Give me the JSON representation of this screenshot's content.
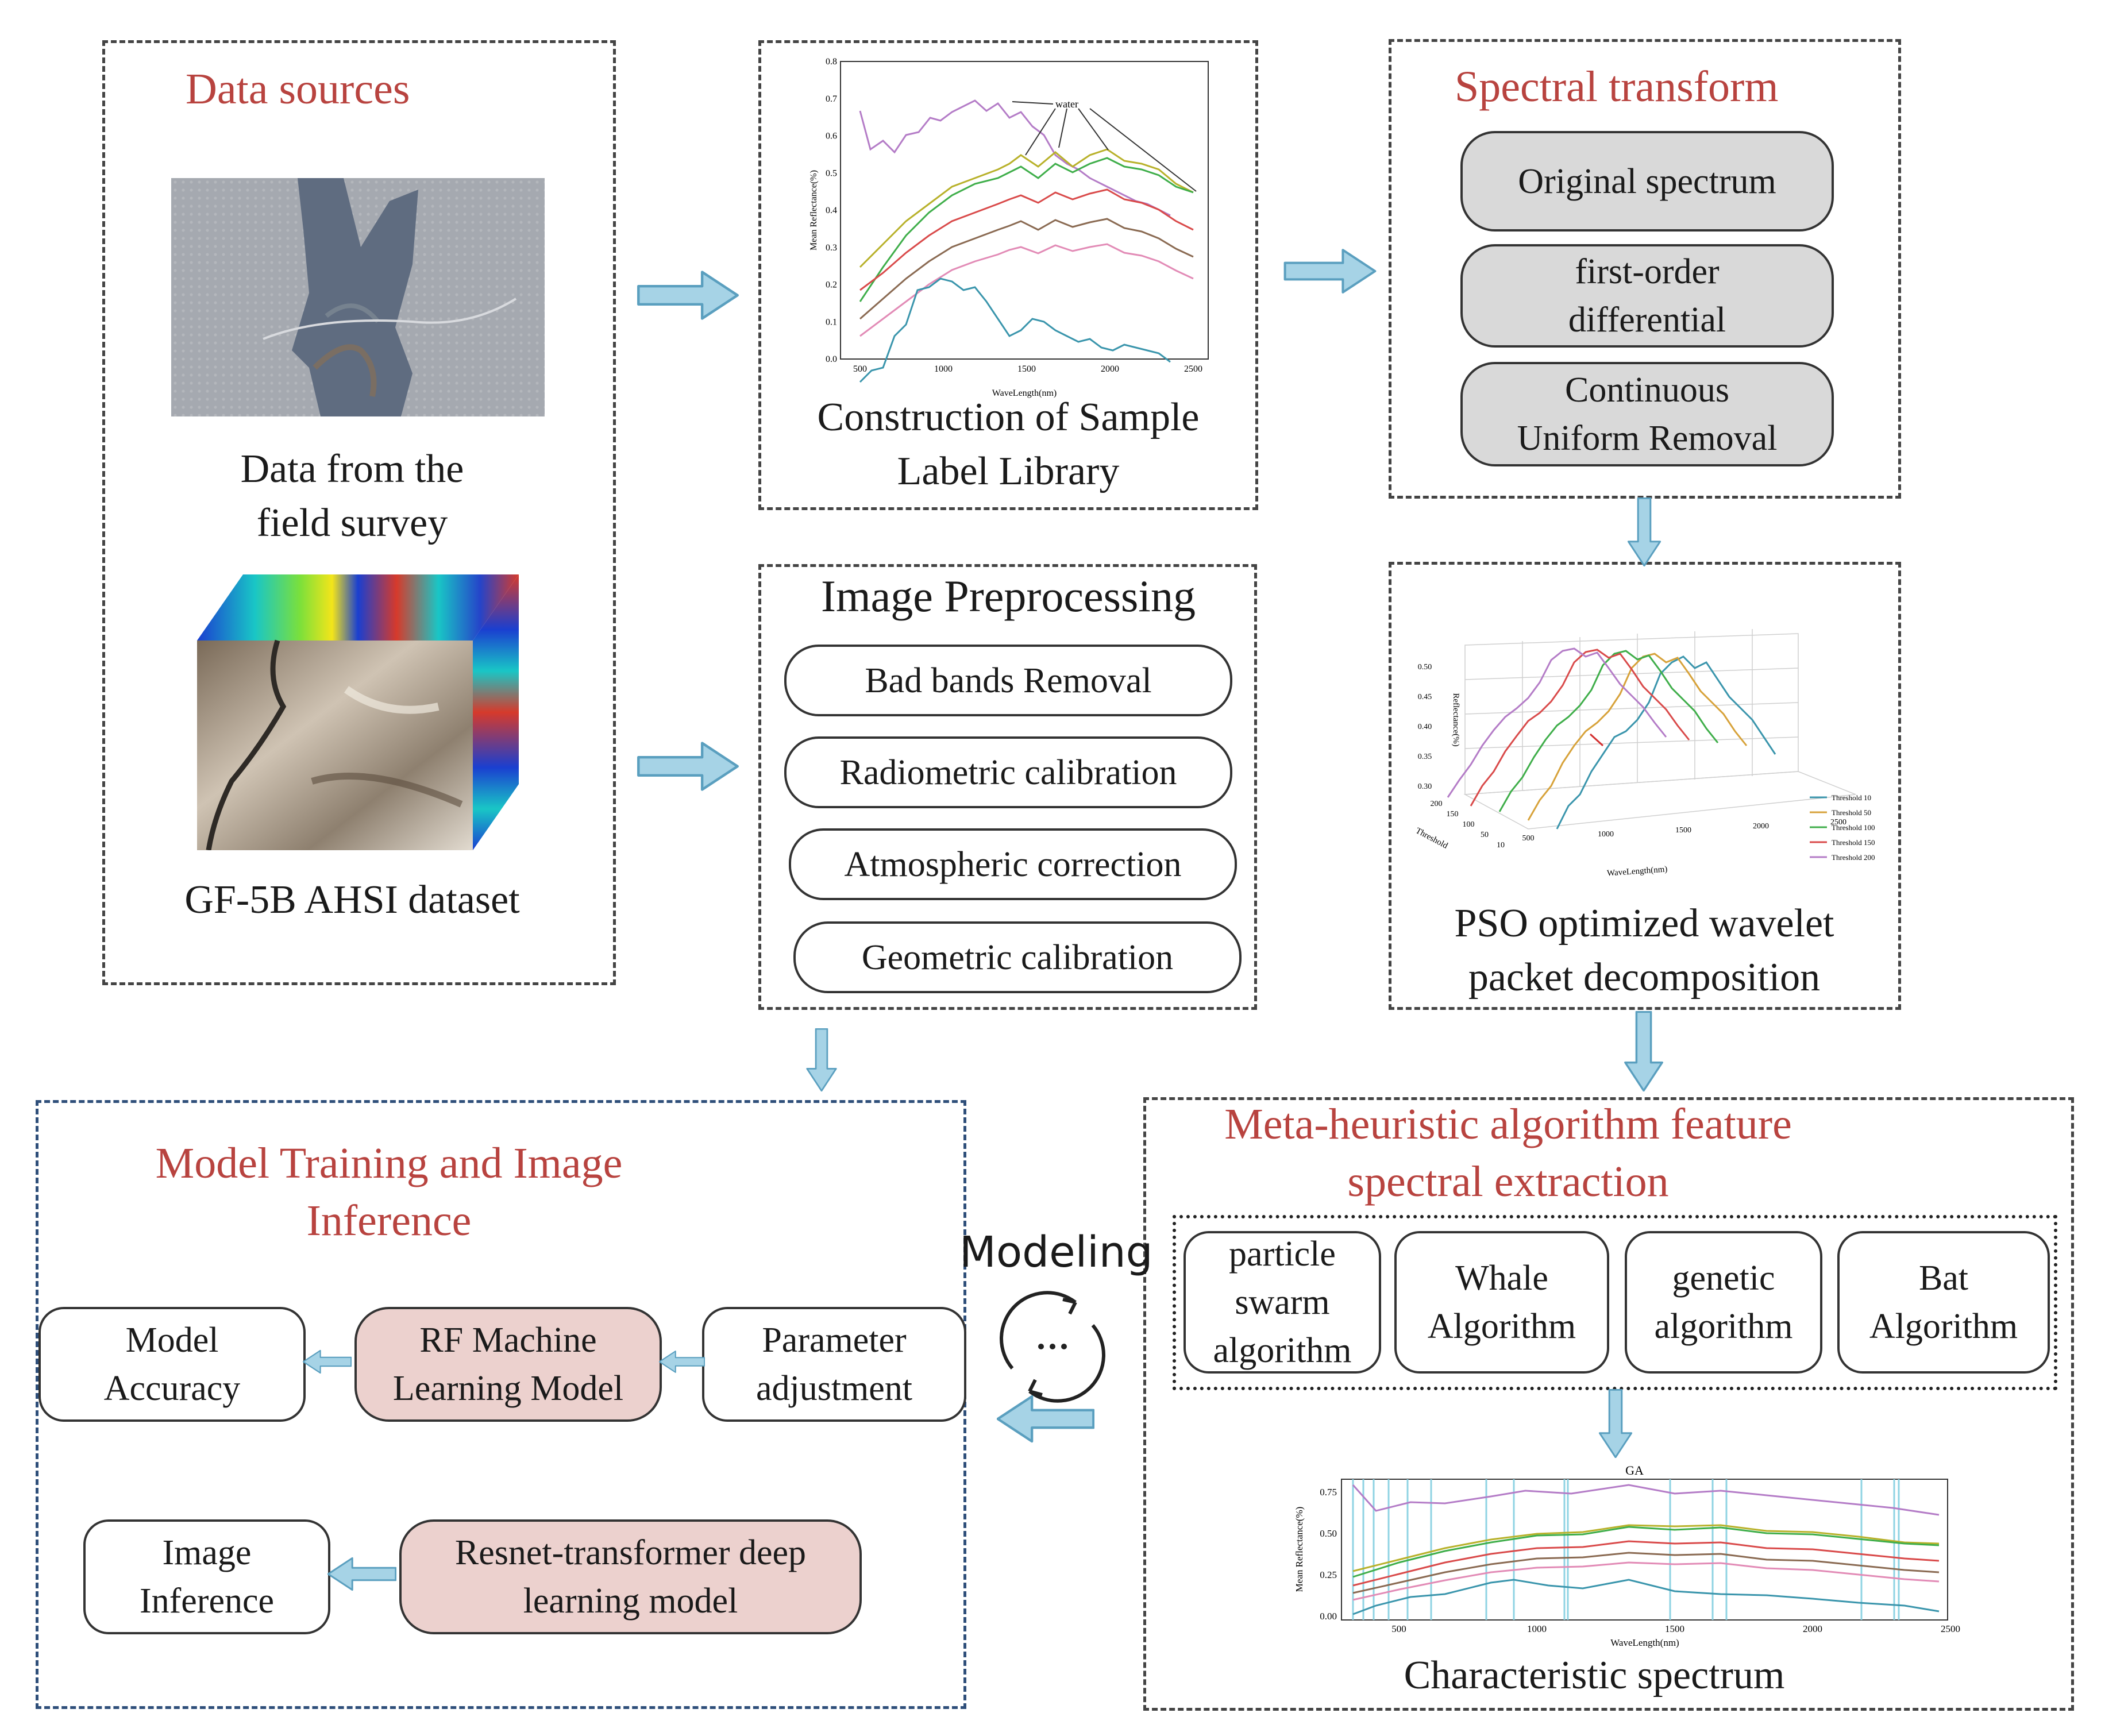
{
  "colors": {
    "title_red": "#b8433f",
    "arrow_blue": "#a6d3e6",
    "arrow_stroke": "#5a9fbf",
    "gray_box": "#d9d9d9",
    "pink_box": "#ecd1ce"
  },
  "data_sources": {
    "title": "Data sources",
    "field_caption": "Data from the\nfield survey",
    "ahsi_caption": "GF-5B AHSI dataset"
  },
  "sample_library": {
    "caption": "Construction of Sample\nLabel Library",
    "chart": {
      "ylabel": "Mean Reflectance(%)",
      "xlabel": "WaveLength(nm)",
      "annotation": "water",
      "y_ticks": [
        "0.0",
        "0.1",
        "0.2",
        "0.3",
        "0.4",
        "0.5",
        "0.6",
        "0.7",
        "0.8"
      ],
      "x_ticks": [
        "500",
        "1000",
        "1500",
        "2000",
        "2500"
      ]
    }
  },
  "spectral_transform": {
    "title": "Spectral transform",
    "items": [
      "Original spectrum",
      "first-order\ndifferential",
      "Continuous\nUniform Removal"
    ]
  },
  "image_preprocessing": {
    "title": "Image Preprocessing",
    "items": [
      "Bad bands Removal",
      "Radiometric calibration",
      "Atmospheric correction",
      "Geometric calibration"
    ]
  },
  "pso": {
    "caption": "PSO optimized wavelet\npacket decomposition",
    "chart": {
      "ylabel": "Reflectance(%)",
      "xlabel": "WaveLength(nm)",
      "zlabel": "Threshold",
      "y_ticks": [
        "0.30",
        "0.35",
        "0.40",
        "0.45",
        "0.50"
      ],
      "x_ticks": [
        "500",
        "1000",
        "1500",
        "2000",
        "2500"
      ],
      "z_ticks": [
        "200",
        "150",
        "100",
        "50",
        "10"
      ],
      "legend": [
        "Threshold 10",
        "Threshold 50",
        "Threshold 100",
        "Threshold 150",
        "Threshold 200"
      ]
    }
  },
  "meta_heuristic": {
    "title": "Meta-heuristic algorithm feature\nspectral extraction",
    "algorithms": [
      "particle\nswarm\nalgorithm",
      "Whale\nAlgorithm",
      "genetic\nalgorithm",
      "Bat\nAlgorithm"
    ],
    "caption": "Characteristic spectrum",
    "chart": {
      "title": "GA",
      "ylabel": "Mean Reflectance(%)",
      "xlabel": "WaveLength(nm)",
      "y_ticks": [
        "0.00",
        "0.25",
        "0.50",
        "0.75"
      ],
      "x_ticks": [
        "500",
        "1000",
        "1500",
        "2000",
        "2500"
      ]
    }
  },
  "modeling_label": "Modeling",
  "model_training": {
    "title": "Model Training and Image\nInference",
    "model_accuracy": "Model\nAccuracy",
    "rf_model": "RF Machine\nLearning Model",
    "parameter_adjustment": "Parameter\nadjustment",
    "image_inference": "Image\nInference",
    "resnet_model": "Resnet-transformer deep\nlearning model"
  }
}
